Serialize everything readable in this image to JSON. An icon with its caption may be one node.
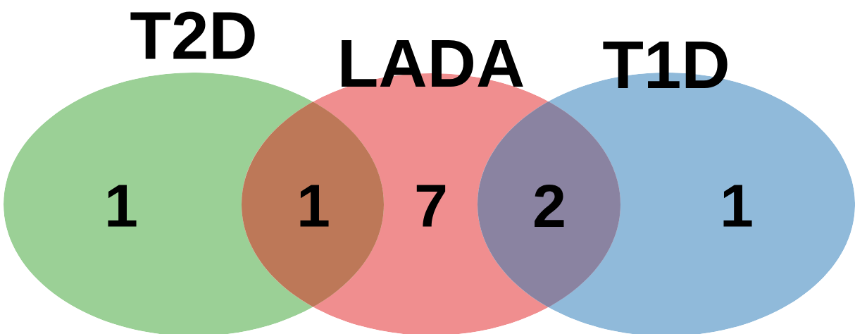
{
  "diagram": {
    "nodes": [
      {
        "text": [
          "T2D"
        ]
      },
      {
        "text": [
          "LADA"
        ]
      },
      {
        "text": [
          "T1D"
        ]
      }
    ],
    "labels": [
      "1",
      "1",
      "7",
      "2",
      "1"
    ]
  }
}
